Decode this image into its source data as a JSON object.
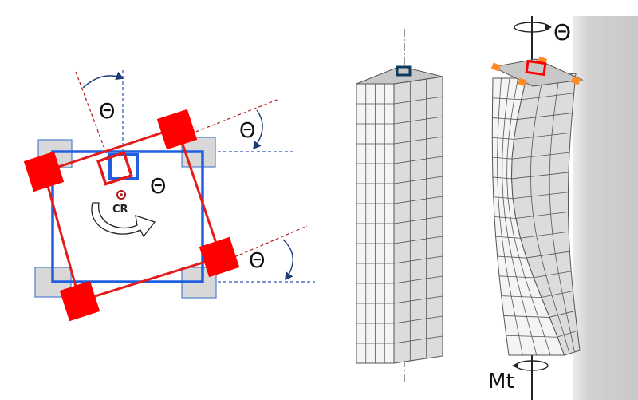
{
  "labels": {
    "theta_top": "Θ",
    "theta_right_top": "Θ",
    "theta_center": "Θ",
    "theta_right_bottom": "Θ",
    "center_of_rigidity": "CR",
    "theta_torsion": "Θ",
    "torque": "Mt"
  },
  "colors": {
    "original_outline": "#1f5fe0",
    "rotated_outline": "#e41b1b",
    "rotated_column": "#ff0000",
    "original_column_fill": "#d8d8d8",
    "original_column_stroke": "#4e7fcf",
    "reference_line": "#2a56b5",
    "rotated_line": "#b01818",
    "arc": "#1e3c78",
    "wall": "#d2d2d2",
    "column_face_light": "#f4f4f4",
    "column_face_dark": "#dcdcdc",
    "grid": "#555555",
    "corner_marker": "#ff8c2a"
  },
  "icons": {
    "rotation_arrow": "curved-arrow-icon",
    "torque_arrow": "circular-arrow-icon"
  }
}
